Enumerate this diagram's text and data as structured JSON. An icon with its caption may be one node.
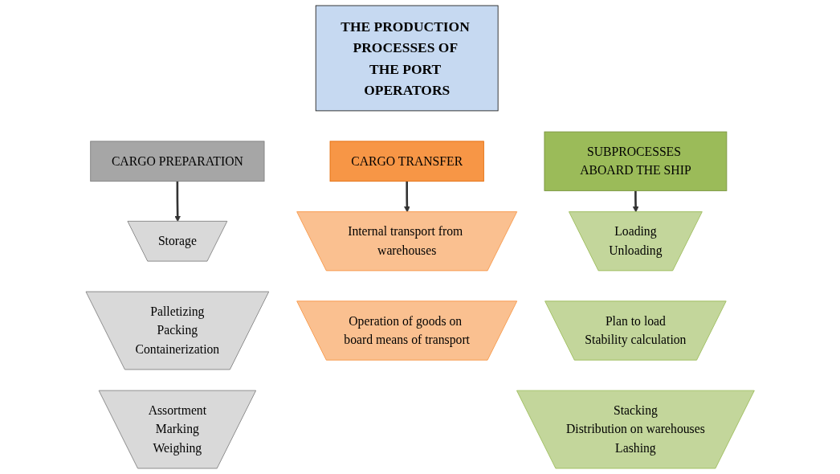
{
  "diagram": {
    "nodes": [
      {
        "text": [
          "THE PRODUCTION PROCESSES OF THE PORT OPERATORS"
        ]
      },
      {
        "text": [
          "CARGO PREPARATION"
        ]
      },
      {
        "text": [
          "Storage"
        ]
      },
      {
        "text": [
          "Palletizing",
          "Packing",
          "Containerization"
        ]
      },
      {
        "text": [
          "Assortment",
          "Marking",
          "Weighing"
        ]
      },
      {
        "text": [
          "CARGO TRANSFER"
        ]
      },
      {
        "text": [
          "Internal transport from warehouses"
        ]
      },
      {
        "text": [
          "Operation of goods on board means of transport"
        ]
      },
      {
        "text": [
          "SUBPROCESSES ABOARD THE SHIP"
        ]
      },
      {
        "text": [
          "Loading",
          "Unloading"
        ]
      },
      {
        "text": [
          "Plan to load",
          "Stability calculation"
        ]
      },
      {
        "text": [
          "Stacking",
          "Distribution on warehouses",
          "Lashing"
        ]
      }
    ],
    "edges": [
      {
        "from": 1,
        "to": 2,
        "arrow": "to"
      },
      {
        "from": 5,
        "to": 6,
        "arrow": "to"
      },
      {
        "from": 8,
        "to": 9,
        "arrow": "to"
      }
    ]
  }
}
